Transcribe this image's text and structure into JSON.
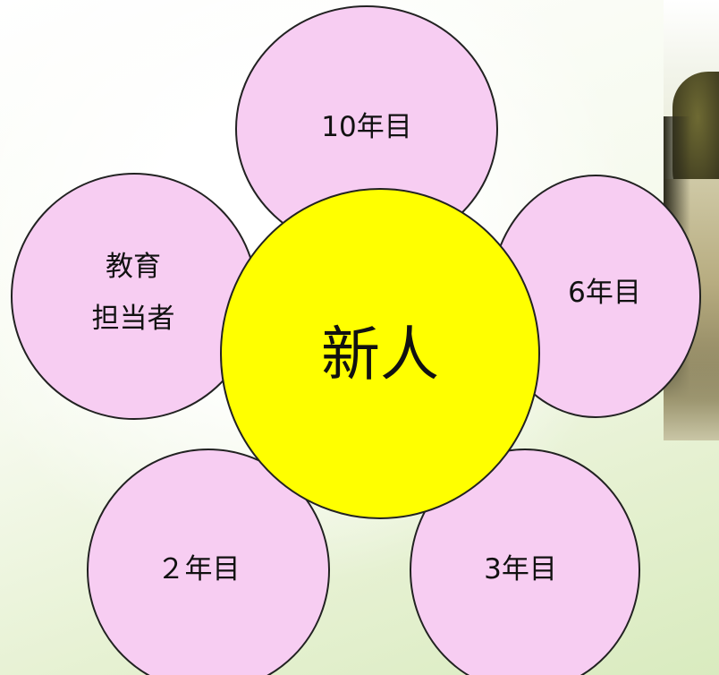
{
  "diagram": {
    "center_label": "新人",
    "petals": {
      "top": "10年目",
      "upper_left_line1": "教育",
      "upper_left_line2": "担当者",
      "upper_right": "6年目",
      "lower_left": "２年目",
      "lower_right": "3年目"
    }
  },
  "colors": {
    "petal_fill": "#f7cdf2",
    "center_fill": "#ffff00",
    "outline": "#222222",
    "background_tint": "#d9ebbf"
  }
}
